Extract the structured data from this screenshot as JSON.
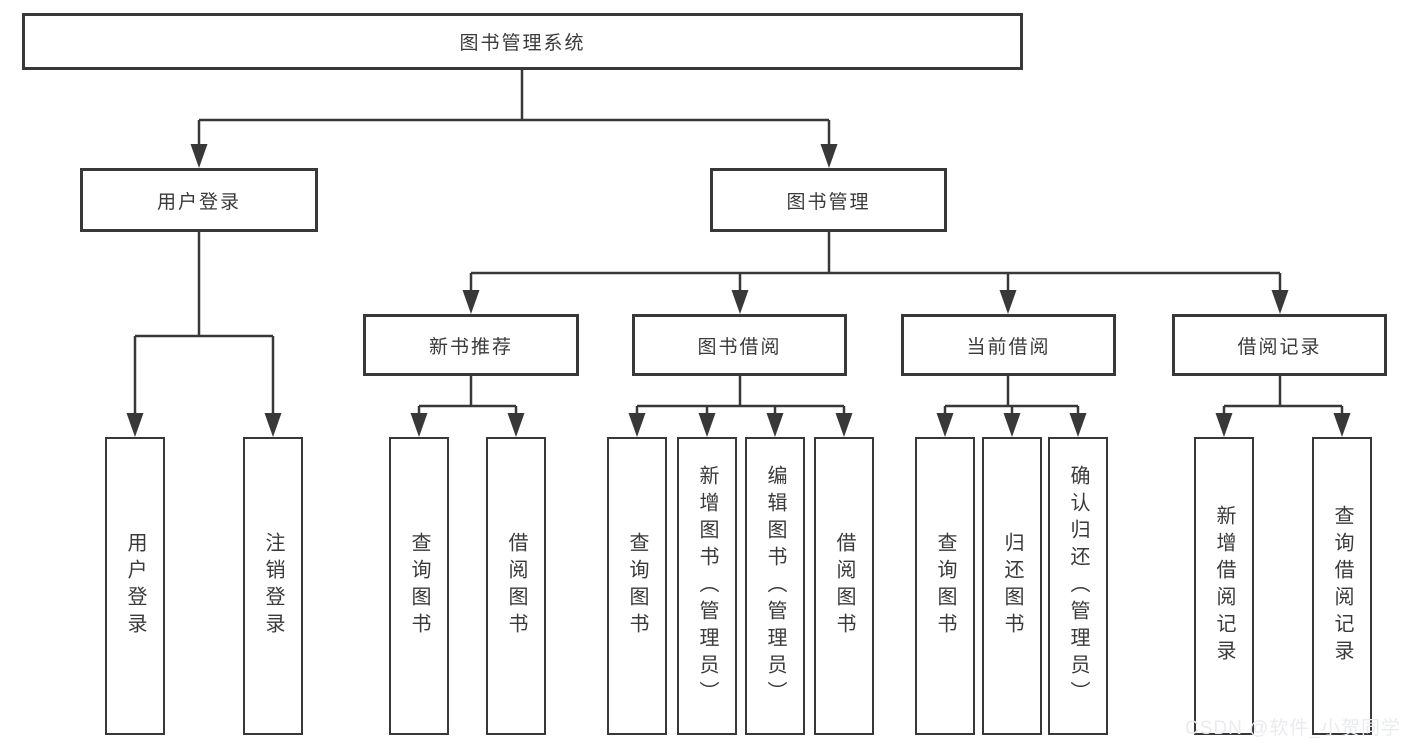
{
  "palette": {
    "line": "#383838",
    "box_border": "#383838",
    "text": "#3a3a3a",
    "background": "#ffffff",
    "watermark_text": "#e9ebee"
  },
  "nodes": {
    "root": {
      "label": "图书管理系统"
    },
    "branches": [
      {
        "label": "用户登录"
      },
      {
        "label": "图书管理"
      }
    ],
    "modules": [
      {
        "label": "新书推荐"
      },
      {
        "label": "图书借阅"
      },
      {
        "label": "当前借阅"
      },
      {
        "label": "借阅记录"
      }
    ],
    "leaves": [
      {
        "label": "用户登录"
      },
      {
        "label": "注销登录"
      },
      {
        "label": "查询图书"
      },
      {
        "label": "借阅图书"
      },
      {
        "label": "查询图书"
      },
      {
        "label": "新增图书（管理员）"
      },
      {
        "label": "编辑图书（管理员）"
      },
      {
        "label": "借阅图书"
      },
      {
        "label": "查询图书"
      },
      {
        "label": "归还图书"
      },
      {
        "label": "确认归还（管理员）"
      },
      {
        "label": "新增借阅记录"
      },
      {
        "label": "查询借阅记录"
      }
    ]
  },
  "watermark": {
    "text": "CSDN @软件_小贺同学"
  }
}
